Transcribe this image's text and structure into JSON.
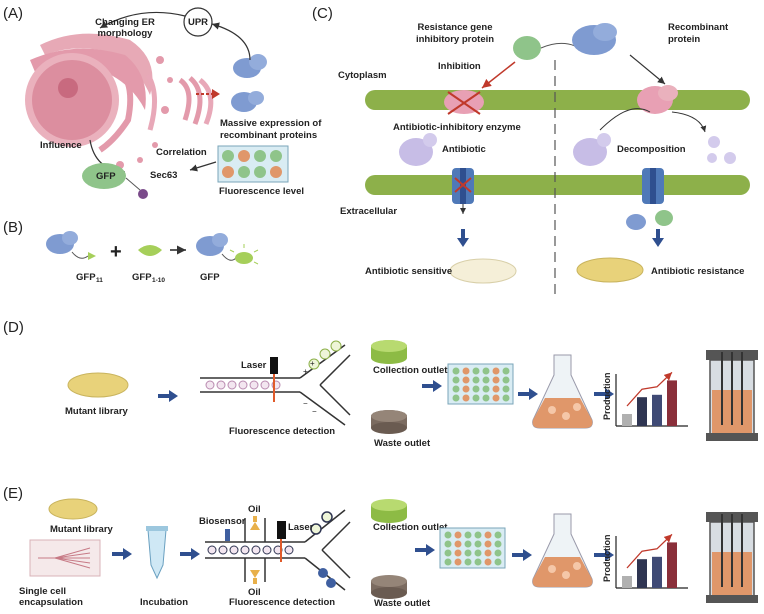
{
  "panels": {
    "A": {
      "label": "(A)",
      "changing_er": [
        "Changing ER",
        "morphology"
      ],
      "upr": "UPR",
      "massive_expression": [
        "Massive expression of",
        "recombinant proteins"
      ],
      "influence": "Influence",
      "correlation": "Correlation",
      "gfp": "GFP",
      "sec63": "Sec63",
      "fluorescence_level": "Fluorescence level"
    },
    "B": {
      "label": "(B)",
      "plus": "+",
      "gfp11": "GFP",
      "gfp11_sub": "11",
      "gfp110": "GFP",
      "gfp110_sub": "1-10",
      "gfp": "GFP"
    },
    "C": {
      "label": "(C)",
      "resistance_gene": [
        "Resistance gene",
        "inhibitory protein"
      ],
      "recombinant_protein": [
        "Recombinant",
        "protein"
      ],
      "cytoplasm": "Cytoplasm",
      "inhibition": "Inhibition",
      "enzyme": "Antibiotic-inhibitory enzyme",
      "antibiotic": "Antibiotic",
      "decomposition": "Decomposition",
      "extracellular": "Extracellular",
      "sensitive": "Antibiotic sensitive",
      "resistance": "Antibiotic resistance"
    },
    "D": {
      "label": "(D)",
      "mutant_library": "Mutant library",
      "laser": "Laser",
      "collection_outlet": "Collection outlet",
      "waste_outlet": "Waste outlet",
      "fluorescence_detection": "Fluorescence detection",
      "production": "Production",
      "bar_values": [
        0.25,
        0.6,
        0.65,
        0.95
      ]
    },
    "E": {
      "label": "(E)",
      "mutant_library": "Mutant library",
      "single_cell": [
        "Single cell",
        "encapsulation"
      ],
      "incubation": "Incubation",
      "biosensor": "Biosensor",
      "oil_top": "Oil",
      "oil_bottom": "Oil",
      "laser": "Laser",
      "fluorescence_detection": "Fluorescence detection",
      "collection_outlet": "Collection outlet",
      "waste_outlet": "Waste outlet",
      "production": "Production",
      "bar_values": [
        0.25,
        0.6,
        0.65,
        0.95
      ]
    }
  },
  "colors": {
    "membrane": "#8db04a",
    "arrow_blue": "#2f4f8f",
    "protein_blue": "#7f9bd1",
    "pink": "#e8a0b4",
    "lavender": "#c7bde6",
    "green_gfp": "#8fc48a",
    "dish_yellow": "#e8d27a",
    "flask_orange": "#e0976a",
    "bar_dark": "#2f3552",
    "bar_red": "#8a2f3a",
    "red_arrow": "#c0392b"
  }
}
